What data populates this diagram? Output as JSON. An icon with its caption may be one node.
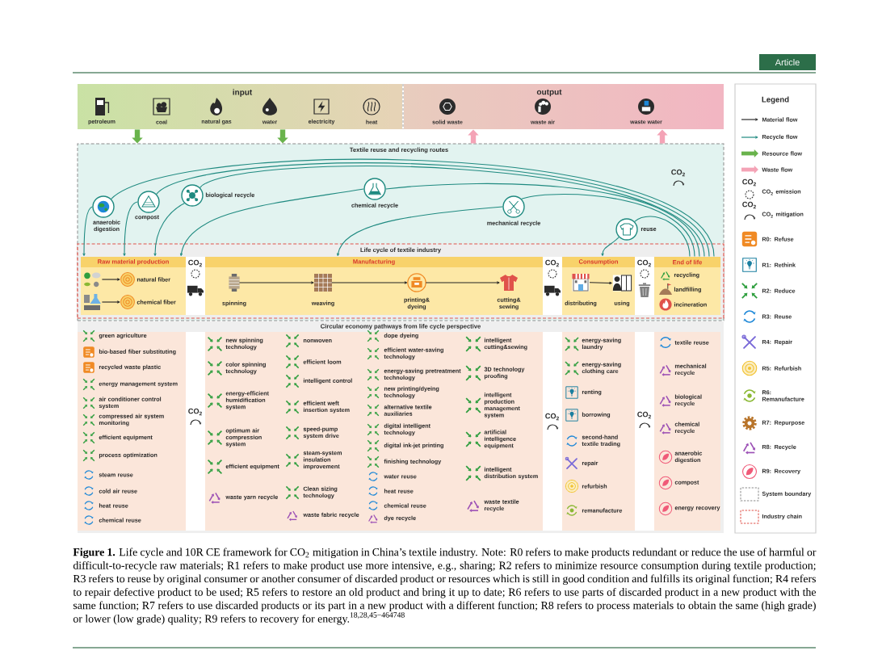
{
  "diagram": {
    "caption": "**Figure 1.** Life cycle and 10R CE framework for CO$_{2}$ mitigation in China’s textile industry. Note: R0 refers to make products redundant or reduce the use of harmful or difficult-to-recycle raw materials; R1 refers to make product use more intensive, e.g., sharing; R2 refers to minimize resource consumption during textile production; R3 refers to reuse by original consumer or another consumer of discarded product or resources which is still in good condition and fulfills its original function; R4 refers to repair defective product to be used; R5 refers to restore an old product and bring it up to date; R6 refers to use parts of discarded product in a new product with the same function; R7 refers to use discarded products or its part in a new product with a different function; R8 refers to process materials to obtain the same (high grade) or lower (low grade) quality; R9 refers to recovery for energy.$^{18,28,45−464748}$",
    "nodes": [
      {
        "text": [
          "input",
          "petroleum",
          "coal",
          "natural gas",
          "water",
          "electricity",
          "heat"
        ]
      },
      {
        "text": [
          "output",
          "solid waste",
          "waste air",
          "waste water"
        ]
      },
      {
        "text": [
          "Textile reuse and recycling routes"
        ]
      },
      {
        "text": [],
        "shape": "circle",
        "beside": [
          "anaerobic digestion"
        ],
        "in": 2
      },
      {
        "text": [],
        "shape": "circle",
        "beside": [
          "compost"
        ],
        "in": 2
      },
      {
        "text": [],
        "shape": "circle",
        "beside": [
          "biological recycle"
        ],
        "in": 2
      },
      {
        "text": [],
        "shape": "circle",
        "beside": [
          "chemical recycle"
        ],
        "in": 2
      },
      {
        "text": [],
        "shape": "circle",
        "beside": [
          "mechanical recycle"
        ],
        "in": 2
      },
      {
        "text": [],
        "shape": "circle",
        "beside": [
          "reuse"
        ],
        "in": 2
      },
      {
        "text": [
          "Life cycle of textile industry"
        ],
        "in": 2
      },
      {
        "text": [
          "Raw material production"
        ],
        "in": 9
      },
      {
        "text": [],
        "shape": "picture",
        "in": 10
      },
      {
        "text": [],
        "shape": "picture",
        "in": 10
      },
      {
        "text": [
          "natural fiber"
        ],
        "in": 10
      },
      {
        "text": [
          "chemical fiber"
        ],
        "in": 10
      },
      {
        "text": [
          "Manufacturing"
        ],
        "in": 9
      },
      {
        "text": [
          "spinning"
        ],
        "in": 15
      },
      {
        "text": [
          "weaving"
        ],
        "in": 15
      },
      {
        "text": [
          "printing& dyeing"
        ],
        "in": 15
      },
      {
        "text": [
          "cutting& sewing"
        ],
        "in": 15
      },
      {
        "text": [
          "Consumption"
        ],
        "in": 9
      },
      {
        "text": [
          "distributing"
        ],
        "in": 20
      },
      {
        "text": [
          "using"
        ],
        "in": 20
      },
      {
        "text": [
          "End of life",
          "recycling",
          "landfilling",
          "incineration"
        ],
        "in": 9
      },
      {
        "text": [
          "Circular economy pathways from life cycle perspective"
        ]
      },
      {
        "text": [
          "green agriculture",
          "bio-based fiber substituting",
          "recycled waste plastic",
          "energy management system",
          "air conditioner control system",
          "compressed air system monitoring",
          "efficient equipment",
          "process optimization",
          "steam reuse",
          "cold air reuse",
          "heat reuse",
          "chemical reuse"
        ],
        "in": 24
      },
      {
        "text": [
          "new spinning technology",
          "color spinning technology",
          "energy-efficient humidification system",
          "optimum air compression system",
          "efficient equipment",
          "waste yarn recycle",
          "nonwoven",
          "efficient loom",
          "intelligent control",
          "efficient weft insertion system",
          "speed-pump system drive",
          "steam-system insulation improvement",
          "Clean sizing technology",
          "waste fabric recycle",
          "dope dyeing",
          "efficient water-saving technology",
          "energy-saving pretreatment technology",
          "new printing/dyeing technology",
          "alternative textile auxiliaries",
          "digital intelligent technology",
          "digital ink-jet printing",
          "finishing technology",
          "water reuse",
          "heat reuse",
          "chemical reuse",
          "dye recycle",
          "intelligent cutting&sewing",
          "3D technology proofing",
          "intelligent production management system",
          "artificial intelligence equipment",
          "intelligent distribution system",
          "waste textile recycle"
        ],
        "in": 24
      },
      {
        "text": [
          "energy-saving laundry",
          "energy-saving clothing care",
          "renting",
          "borrowing",
          "second-hand textile trading",
          "repair",
          "refurbish",
          "remanufacture"
        ],
        "in": 24
      },
      {
        "text": [
          "textile reuse",
          "mechanical recycle",
          "biological recycle",
          "chemical recycle",
          "anaerobic digestion",
          "compost",
          "energy recovery"
        ],
        "in": 24
      }
    ],
    "edges": [
      {
        "from": 0,
        "to": 2,
        "arrow": "to",
        "style": "thick",
        "color": "#69b34c"
      },
      {
        "from": 0,
        "to": 2,
        "arrow": "to",
        "style": "thick",
        "color": "#69b34c"
      },
      {
        "from": 2,
        "to": 1,
        "arrow": "to",
        "style": "thick",
        "color": "#f4a3b6"
      },
      {
        "from": 2,
        "to": 1,
        "arrow": "to",
        "style": "thick",
        "color": "#f4a3b6"
      },
      {
        "from": 11,
        "to": 13,
        "arrow": "to",
        "color": "#222222"
      },
      {
        "from": 12,
        "to": 14,
        "arrow": "to",
        "color": "#222222"
      },
      {
        "from": 16,
        "to": 17,
        "arrow": "to",
        "color": "#222222"
      },
      {
        "from": 17,
        "to": 18,
        "arrow": "to",
        "color": "#222222"
      },
      {
        "from": 18,
        "to": 19,
        "arrow": "to",
        "color": "#222222"
      },
      {
        "from": 21,
        "to": 22,
        "arrow": "to",
        "color": "#222222"
      },
      {
        "from": 23,
        "to": 8,
        "arrow": "none"
      },
      {
        "from": 8,
        "to": 20,
        "arrow": "to"
      },
      {
        "from": 23,
        "to": 7,
        "arrow": "none"
      },
      {
        "from": 7,
        "to": 15,
        "arrow": "to"
      },
      {
        "from": 23,
        "to": 6,
        "arrow": "none"
      },
      {
        "from": 6,
        "to": 10,
        "arrow": "to"
      },
      {
        "from": 23,
        "to": 5,
        "arrow": "none"
      },
      {
        "from": 5,
        "to": 10,
        "arrow": "to"
      },
      {
        "from": 23,
        "to": 4,
        "arrow": "none"
      },
      {
        "from": 4,
        "to": 10,
        "arrow": "to"
      },
      {
        "from": 23,
        "to": 3,
        "arrow": "none"
      },
      {
        "from": 3,
        "to": 10,
        "arrow": "to"
      }
    ],
    "labels": [
      "Article",
      "CO$_{2}$",
      "CO$_{2}$",
      "CO$_{2}$",
      "CO$_{2}$",
      "CO$_{2}$",
      "CO$_{2}$",
      "CO$_{2}$",
      "Legend",
      "CO$_{2}$",
      "CO$_{2}$"
    ],
    "legend": [
      {
        "text": "Material flow"
      },
      {
        "text": "Recycle flow"
      },
      {
        "text": "Resource flow"
      },
      {
        "text": "Waste flow"
      },
      {
        "text": "CO$_{2}$ emission"
      },
      {
        "text": "CO$_{2}$ mitigation"
      },
      {
        "text": "R0: Refuse"
      },
      {
        "text": "R1: Rethink"
      },
      {
        "text": "R2: Reduce"
      },
      {
        "text": "R3: Reuse"
      },
      {
        "text": "R4: Repair"
      },
      {
        "text": "R5: Refurbish"
      },
      {
        "text": "R6: Remanufacture"
      },
      {
        "text": "R7: Repurpose"
      },
      {
        "text": "R8: Recycle"
      },
      {
        "text": "R9: Recovery"
      },
      {
        "text": "System boundary"
      },
      {
        "text": "Industry chain"
      }
    ]
  }
}
